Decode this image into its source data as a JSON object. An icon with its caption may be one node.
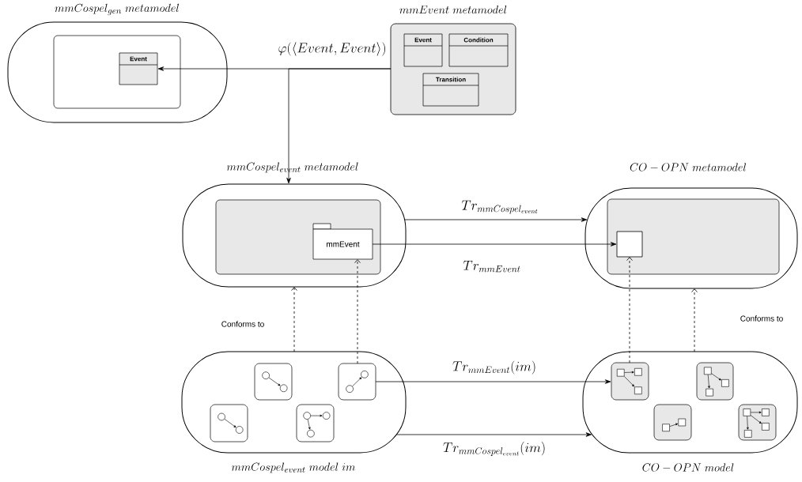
{
  "diagram": {
    "nodes": [
      {
        "text": [
          "mmCospel_{gen}\\ metamodel"
        ]
      },
      {
        "text": [],
        "shape": "box",
        "in": 0
      },
      {
        "text": [
          "Event"
        ],
        "in": 1
      },
      {
        "text": [
          "mmEvent\\ metamodel"
        ]
      },
      {
        "text": [
          "Event"
        ],
        "in": 3
      },
      {
        "text": [
          "Condition"
        ],
        "in": 3
      },
      {
        "text": [
          "Transition"
        ],
        "in": 3
      },
      {
        "text": [
          "mmCospel_{event}\\ metamodel"
        ]
      },
      {
        "text": [],
        "shape": "box",
        "in": 7
      },
      {
        "text": [
          "mmEvent"
        ],
        "in": 8
      },
      {
        "text": [
          "CO-OPN\\ metamodel"
        ]
      },
      {
        "text": [],
        "shape": "box",
        "in": 10
      },
      {
        "text": [],
        "shape": "box",
        "in": 11
      },
      {
        "text": [
          "mmCospel_{event}\\ model\\ im"
        ]
      },
      {
        "text": [],
        "shape": "box",
        "in": 13
      },
      {
        "text": [],
        "shape": "box",
        "in": 13
      },
      {
        "text": [],
        "shape": "box",
        "in": 13
      },
      {
        "text": [],
        "shape": "box",
        "in": 13
      },
      {
        "text": [
          "CO-OPN\\ model"
        ]
      },
      {
        "text": [],
        "shape": "box",
        "in": 18
      },
      {
        "text": [],
        "shape": "box",
        "in": 18
      },
      {
        "text": [],
        "shape": "box",
        "in": 18
      },
      {
        "text": [],
        "shape": "box",
        "in": 18
      }
    ],
    "edges": [
      {
        "from": 3,
        "to": 2,
        "arrow": "to",
        "label": "\\varphi(\\langle Event, Event\\rangle)"
      },
      {
        "from": 3,
        "to": 7,
        "arrow": "to"
      },
      {
        "from": 7,
        "to": 10,
        "arrow": "to",
        "label": "Tr_{mmCospel_{event}}"
      },
      {
        "from": 9,
        "to": 12,
        "arrow": "to",
        "label": "Tr_{mmEvent}"
      },
      {
        "from": 13,
        "to": 7,
        "arrow": "to",
        "style": "dashed"
      },
      {
        "from": 17,
        "to": 9,
        "arrow": "to",
        "style": "dashed"
      },
      {
        "from": 17,
        "to": 19,
        "arrow": "to",
        "label": "Tr_{mmEvent}(im)"
      },
      {
        "from": 13,
        "to": 18,
        "arrow": "to",
        "label": "Tr_{mmCospel_{event}}(im)"
      },
      {
        "from": 19,
        "to": 12,
        "arrow": "to",
        "style": "dashed"
      },
      {
        "from": 18,
        "to": 10,
        "arrow": "to",
        "style": "dashed"
      }
    ],
    "labels": [
      "Conforms to",
      "Conforms to"
    ]
  }
}
